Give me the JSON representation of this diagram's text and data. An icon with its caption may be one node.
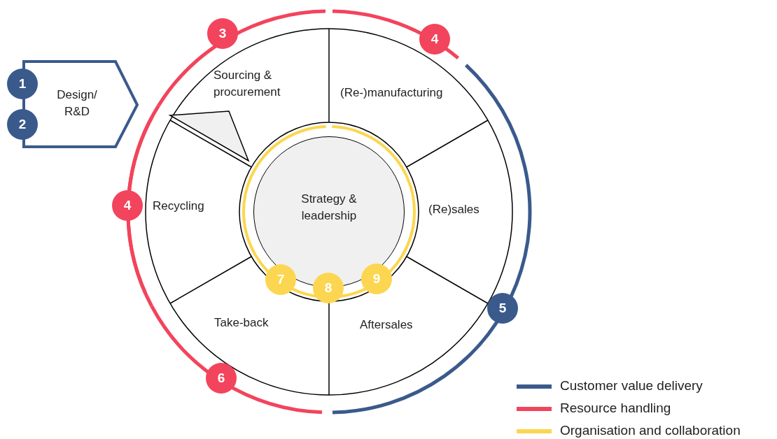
{
  "diagram": {
    "nodes": [
      {
        "text": [
          "Design/ R&D"
        ]
      },
      {
        "text": [
          "1"
        ]
      },
      {
        "text": [
          "2"
        ]
      },
      {
        "text": [
          "Sourcing & procurement"
        ]
      },
      {
        "text": [
          "(Re-)manufacturing"
        ]
      },
      {
        "text": [
          "(Re)sales"
        ]
      },
      {
        "text": [
          "Aftersales"
        ]
      },
      {
        "text": [
          "Take-back"
        ]
      },
      {
        "text": [
          "Recycling"
        ]
      },
      {
        "text": [
          "Strategy & leadership"
        ]
      },
      {
        "text": [
          "3"
        ]
      },
      {
        "text": [
          "4"
        ]
      },
      {
        "text": [
          "4"
        ]
      },
      {
        "text": [
          "5"
        ]
      },
      {
        "text": [
          "6"
        ]
      },
      {
        "text": [
          "7"
        ]
      },
      {
        "text": [
          "8"
        ]
      },
      {
        "text": [
          "9"
        ]
      }
    ],
    "edges": [],
    "legend": [
      {
        "text": "Customer value delivery",
        "color": "#3a5a8c"
      },
      {
        "text": "Resource handling",
        "color": "#f2445c"
      },
      {
        "text": "Organisation and collaboration",
        "color": "#fcd650"
      }
    ]
  }
}
